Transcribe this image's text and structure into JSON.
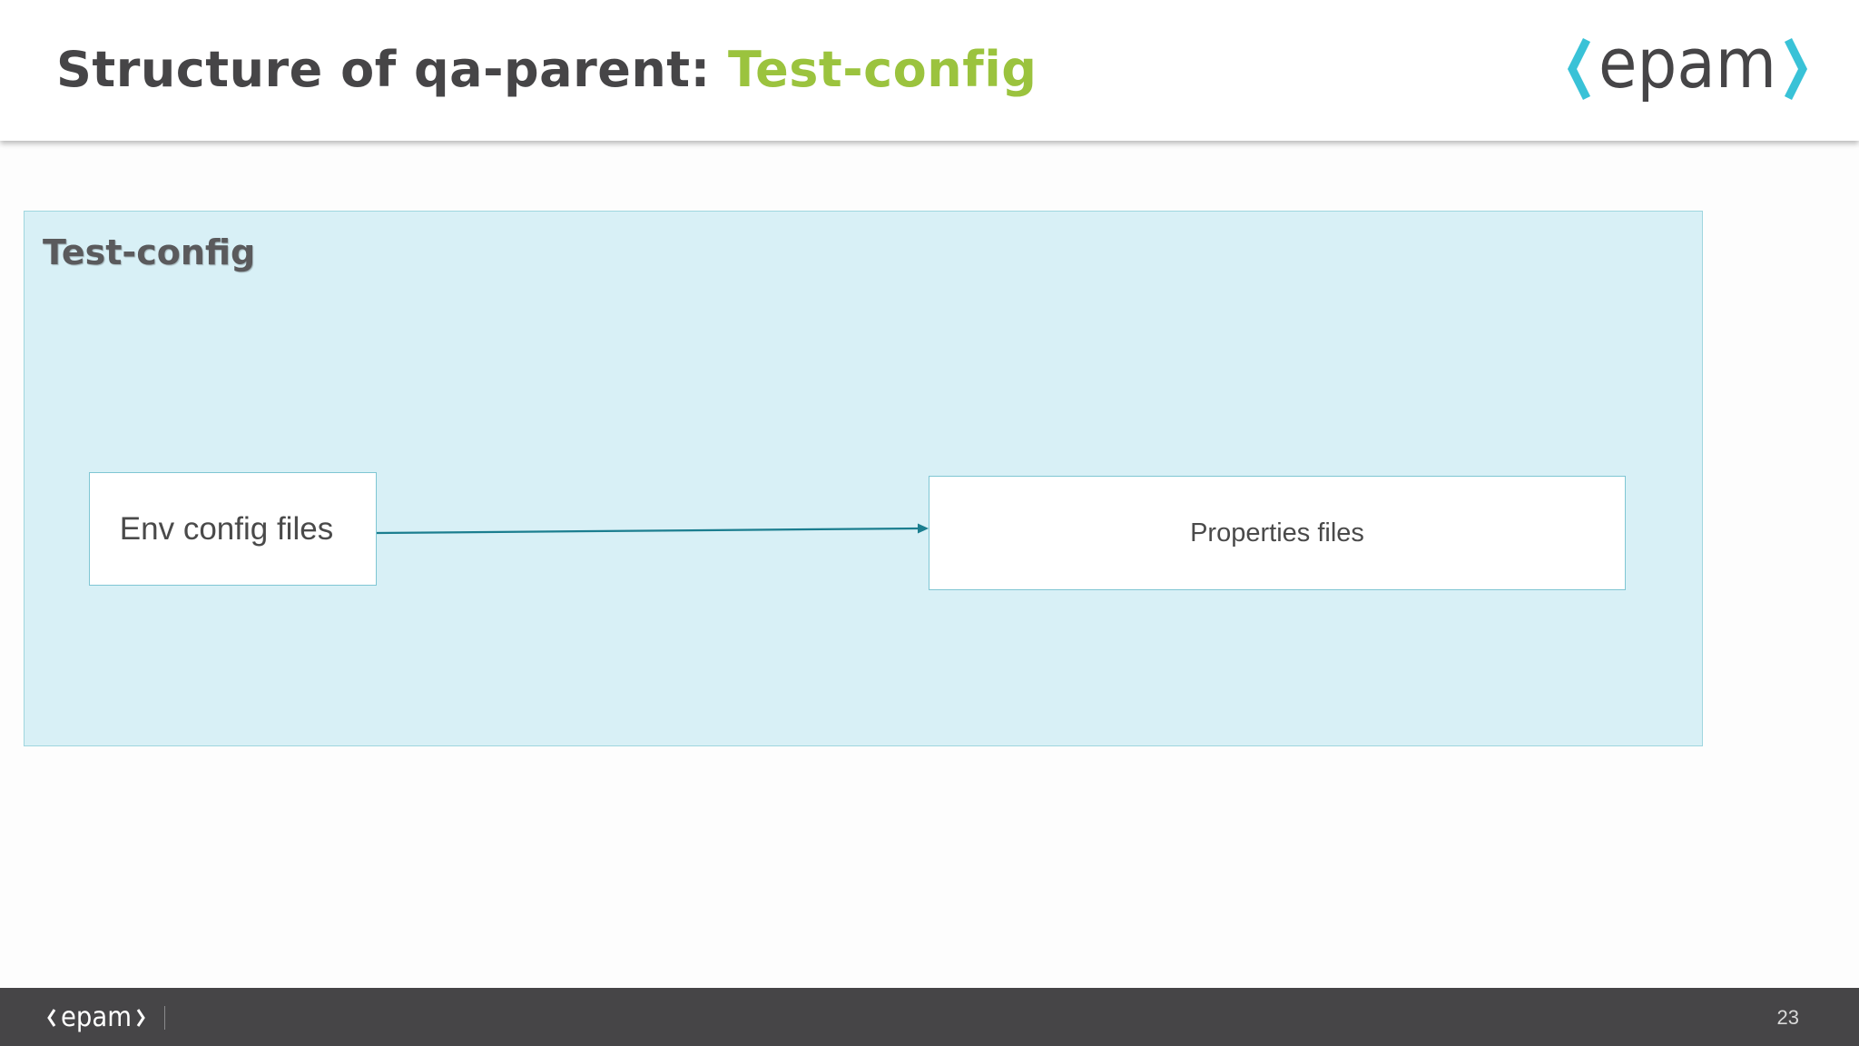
{
  "header": {
    "title_prefix": "Structure of qa-parent: ",
    "title_highlight": "Test-config",
    "logo_text": "epam"
  },
  "diagram": {
    "container_label": "Test-config",
    "source_box": "Env config files",
    "target_box": "Properties files"
  },
  "footer": {
    "logo_text": "epam",
    "page_number": "23"
  },
  "colors": {
    "title_dark": "#464547",
    "title_accent": "#9bc33e",
    "brand_cyan": "#39c2d7",
    "container_fill": "#d8f0f6",
    "arrow": "#1b7e8f",
    "footer_bg": "#464547"
  }
}
